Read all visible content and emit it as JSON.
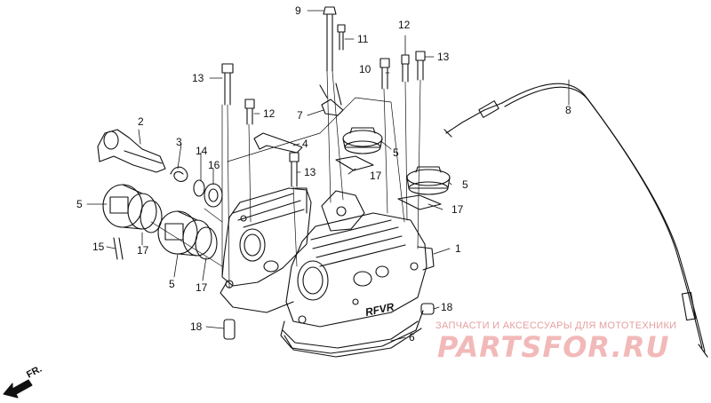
{
  "callouts": {
    "c1": "1",
    "c2": "2",
    "c3": "3",
    "c5a": "5",
    "c5b": "5",
    "c5c": "5",
    "c5d": "5",
    "c4": "4",
    "c6": "6",
    "c7": "7",
    "c8": "8",
    "c9": "9",
    "c10": "10",
    "c11": "11",
    "c12a": "12",
    "c12b": "12",
    "c13a": "13",
    "c13b": "13",
    "c13c": "13",
    "c14": "14",
    "c15": "15",
    "c16": "16",
    "c17a": "17",
    "c17b": "17",
    "c17c": "17",
    "c17d": "17",
    "c18a": "18",
    "c18b": "18"
  },
  "cover_logo": "RFVR",
  "direction": "FR.",
  "watermark": {
    "tagline": "ЗАПЧАСТИ И АКСЕССУАРЫ ДЛЯ МОТОТЕХНИКИ",
    "brand": "PARTSFOR.RU",
    "color": "#f2b9b9"
  }
}
